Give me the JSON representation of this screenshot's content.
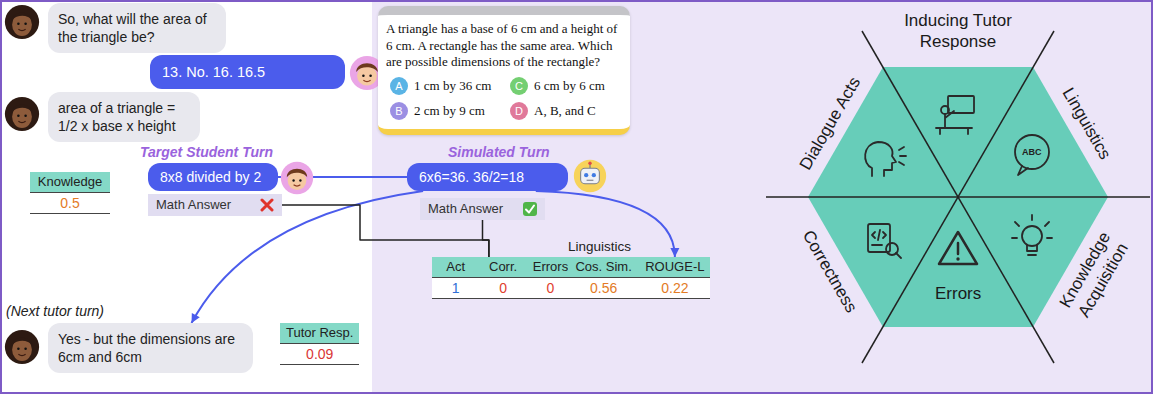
{
  "diagram": {
    "nodes": [
      {
        "text": [
          "So, what will the area of the triangle be?"
        ]
      },
      {
        "text": [
          "13. No. 16. 16.5"
        ]
      },
      {
        "text": [
          "area of a triangle = 1/2 x base x height"
        ]
      },
      {
        "text": [
          "A triangle has a base of 6 cm and a height of 6 cm. A rectangle has the same area. Which are possible dimensions of the rectangle?"
        ]
      },
      {
        "text": [
          "A",
          "1 cm by 36 cm"
        ],
        "in": 3
      },
      {
        "text": [
          "B",
          "2 cm by 9 cm"
        ],
        "in": 3
      },
      {
        "text": [
          "C",
          "6 cm by 6 cm"
        ],
        "in": 3
      },
      {
        "text": [
          "D",
          "A, B, and C"
        ],
        "in": 3
      },
      {
        "text": [
          "Knowledge",
          "0.5"
        ]
      },
      {
        "text": [
          "8x8 divided by 2"
        ]
      },
      {
        "text": [
          "Math Answer"
        ]
      },
      {
        "text": [
          "6x6=36. 36/2=18"
        ]
      },
      {
        "text": [
          "Math Answer"
        ]
      },
      {
        "text": [
          "Act",
          "Corr.",
          "Errors",
          "1",
          "0",
          "0"
        ]
      },
      {
        "text": [
          "Linguistics",
          "Cos. Sim.",
          "ROUGE-L",
          "0.56",
          "0.22"
        ]
      },
      {
        "text": [
          "Yes - but the dimensions are 6cm and 6cm"
        ]
      },
      {
        "text": [
          "Tutor Resp.",
          "0.09"
        ]
      }
    ],
    "edges": [
      {
        "from": 9,
        "to": 11,
        "arrow": "none"
      },
      {
        "from": 11,
        "to": 15,
        "arrow": "to"
      },
      {
        "from": 11,
        "to": 14,
        "arrow": "to"
      },
      {
        "from": 10,
        "to": 13,
        "arrow": "none"
      },
      {
        "from": 12,
        "to": 13,
        "arrow": "none"
      }
    ],
    "labels": [
      "Target Student Turn",
      "Simulated Turn",
      "(Next tutor turn)",
      "Inducing Tutor Response",
      "Linguistics",
      "Knowledge Acquisition",
      "Errors",
      "Correctness",
      "Dialogue Acts",
      "ABC"
    ]
  }
}
